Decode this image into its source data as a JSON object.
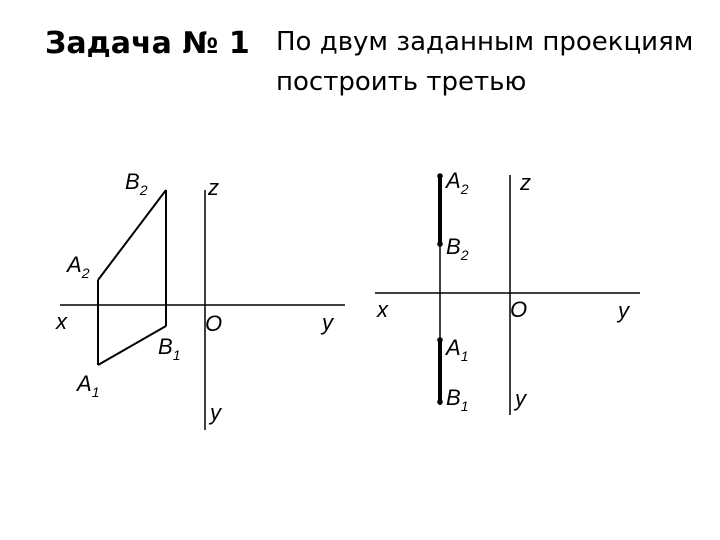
{
  "title": "Задача № 1",
  "subtitle": {
    "line1": "По двум заданным проекциям",
    "line2": "построить третью"
  },
  "left_diagram": {
    "points": {
      "B2": {
        "letter": "B",
        "index": "2"
      },
      "A2": {
        "letter": "A",
        "index": "2"
      },
      "A1": {
        "letter": "A",
        "index": "1"
      },
      "B1": {
        "letter": "B",
        "index": "1"
      }
    },
    "axes": {
      "x": "x",
      "y_horizontal": "y",
      "z": "z",
      "y_vertical": "y",
      "origin": "O"
    }
  },
  "right_diagram": {
    "points": {
      "A2": {
        "letter": "A",
        "index": "2"
      },
      "B2": {
        "letter": "B",
        "index": "2"
      },
      "A1": {
        "letter": "A",
        "index": "1"
      },
      "B1": {
        "letter": "B",
        "index": "1"
      }
    },
    "axes": {
      "x": "x",
      "y_horizontal": "y",
      "z": "z",
      "y_vertical": "y",
      "origin": "O"
    }
  }
}
